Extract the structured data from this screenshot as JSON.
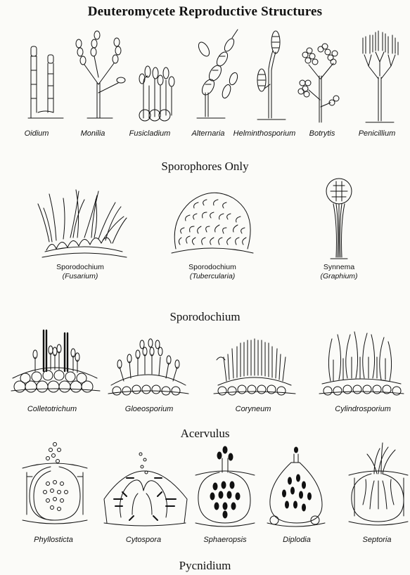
{
  "title": "Deuteromycete Reproductive Structures",
  "sections": {
    "sporophores": "Sporophores Only",
    "sporodochium": "Sporodochium",
    "acervulus": "Acervulus",
    "pycnidium": "Pycnidium"
  },
  "row1": [
    "Oidium",
    "Monilia",
    "Fusicladium",
    "Alternaria",
    "Helminthosporium",
    "Botrytis",
    "Penicillium"
  ],
  "row2": [
    {
      "name": "Sporodochium",
      "genus": "(Fusarium)"
    },
    {
      "name": "Sporodochium",
      "genus": "(Tubercularia)"
    },
    {
      "name": "Synnema",
      "genus": "(Graphium)"
    }
  ],
  "row3": [
    "Colletotrichum",
    "Gloeosporium",
    "Coryneum",
    "Cylindrosporium"
  ],
  "row4": [
    "Phyllosticta",
    "Cytospora",
    "Sphaeropsis",
    "Diplodia",
    "Septoria"
  ]
}
